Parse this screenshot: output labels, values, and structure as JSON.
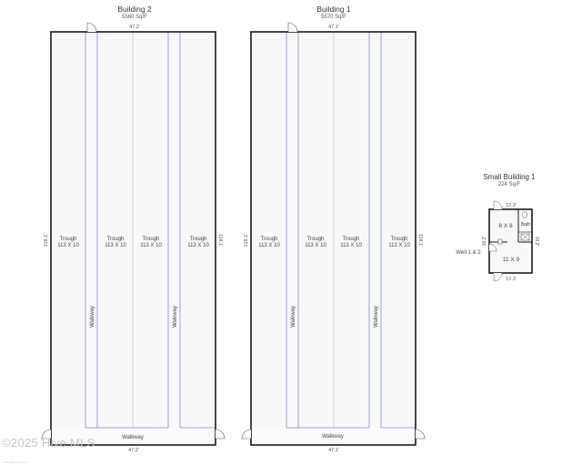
{
  "buildings": {
    "b2": {
      "title": "Building 2",
      "area": "5560 Sq/F",
      "dim_top": "47.2'",
      "dim_bottom": "47.2'",
      "dim_left": "118.1'",
      "dim_right": "118.1'",
      "troughs": [
        {
          "name": "Trough",
          "size": "113 X 10"
        },
        {
          "name": "Trough",
          "size": "113 X 10"
        },
        {
          "name": "Trough",
          "size": "113 X 10"
        },
        {
          "name": "Trough",
          "size": "113 X 10"
        }
      ],
      "walkway_labels": [
        "Walkway",
        "Walkway"
      ],
      "bottom_walkway": "Walkway"
    },
    "b1": {
      "title": "Building 1",
      "area": "5570 Sq/F",
      "dim_top": "47.1'",
      "dim_bottom": "47.1'",
      "dim_left": "118.1'",
      "dim_right": "118.1'",
      "troughs": [
        {
          "name": "Trough",
          "size": "113 X 10"
        },
        {
          "name": "Trough",
          "size": "113 X 10"
        },
        {
          "name": "Trough",
          "size": "113 X 10"
        },
        {
          "name": "Trough",
          "size": "113 X 10"
        }
      ],
      "walkway_labels": [
        "Walkway",
        "Walkway"
      ],
      "bottom_walkway": "Walkway"
    },
    "small": {
      "title": "Small Building 1",
      "area": "224 Sq/F",
      "dim_top": "12.3'",
      "dim_bottom": "12.3'",
      "dim_left": "18.2'",
      "dim_right": "18.2'",
      "room_upper": "8 X 8",
      "room_lower": "11 X 9",
      "bath": "Bath",
      "well": "Well 1 & 2"
    }
  },
  "watermark": "©2025 Hive MLS",
  "signature": "Floor plan by Name"
}
